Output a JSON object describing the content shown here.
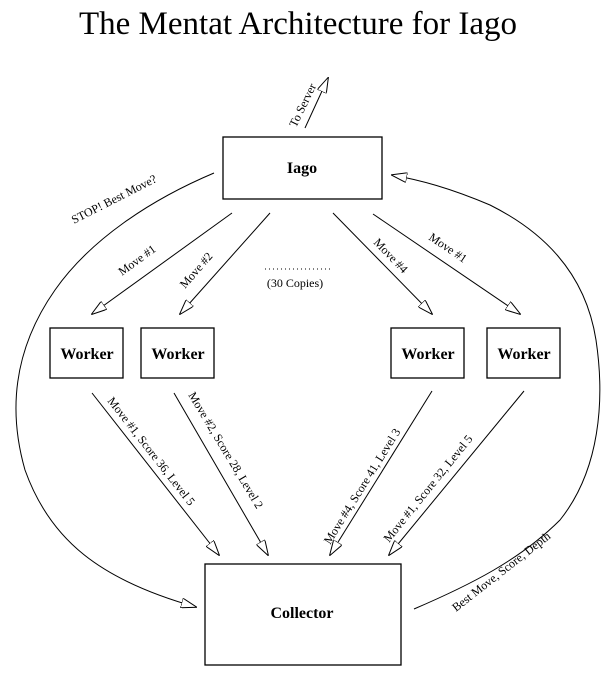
{
  "title": "The Mentat Architecture for Iago",
  "nodes": {
    "iago": "Iago",
    "worker_1": "Worker",
    "worker_2": "Worker",
    "worker_3": "Worker",
    "worker_4": "Worker",
    "collector": "Collector"
  },
  "copies_note": "(30 Copies)",
  "edges": {
    "to_server": "To Server",
    "stop_best_move": "STOP! Best Move?",
    "iago_to_worker_1": "Move #1",
    "iago_to_worker_2": "Move #2",
    "iago_to_worker_3": "Move #4",
    "iago_to_worker_4": "Move #1",
    "worker_1_to_collector": "Move #1, Score 36, Level 5",
    "worker_2_to_collector": "Move #2, Score 28, Level 2",
    "worker_3_to_collector": "Move #4, Score 41, Level 3",
    "worker_4_to_collector": "Move #1, Score 32, Level 5",
    "collector_to_iago": "Best Move, Score, Depth"
  }
}
